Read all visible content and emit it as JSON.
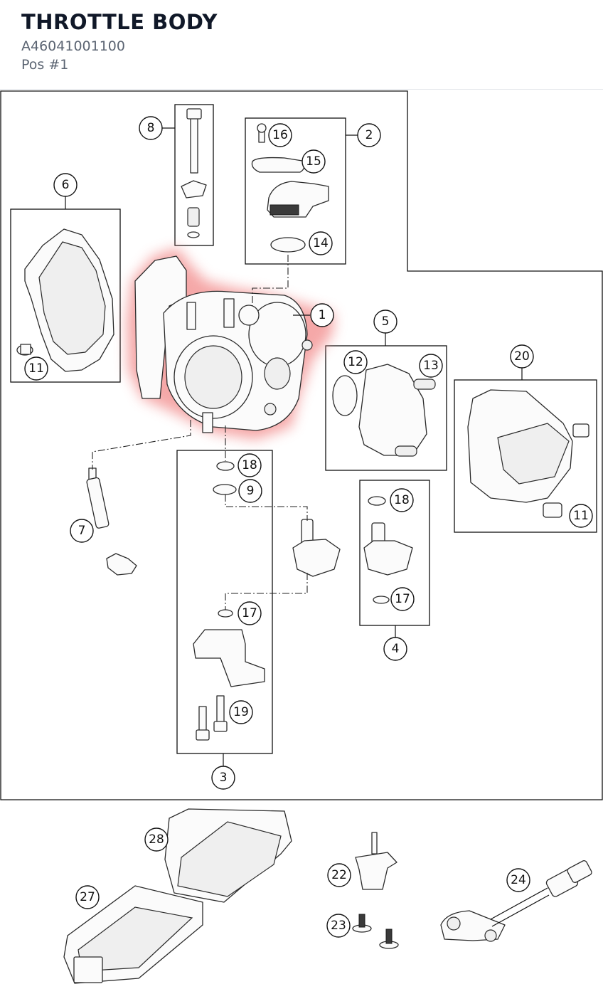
{
  "header": {
    "title": "THROTTLE BODY",
    "part_number": "A46041001100",
    "position": "Pos #1"
  },
  "highlight": {
    "selected_item": "1",
    "color": "#f28b8b"
  },
  "colors": {
    "line": "#111111",
    "highlight": "#f28b8b",
    "title": "#101828",
    "subtitle": "#5b6472"
  },
  "callouts": [
    "1",
    "2",
    "3",
    "4",
    "5",
    "6",
    "7",
    "8",
    "9",
    "11",
    "12",
    "13",
    "14",
    "15",
    "16",
    "17",
    "18",
    "19",
    "20",
    "22",
    "23",
    "24",
    "27",
    "28"
  ],
  "labels": {
    "c1": "1",
    "c2": "2",
    "c3": "3",
    "c4": "4",
    "c5": "5",
    "c6": "6",
    "c7": "7",
    "c8": "8",
    "c9": "9",
    "c11a": "11",
    "c11b": "11",
    "c12": "12",
    "c13": "13",
    "c14": "14",
    "c15": "15",
    "c16": "16",
    "c17a": "17",
    "c17b": "17",
    "c18a": "18",
    "c18b": "18",
    "c19": "19",
    "c20": "20",
    "c22": "22",
    "c23": "23",
    "c24": "24",
    "c27": "27",
    "c28": "28"
  }
}
